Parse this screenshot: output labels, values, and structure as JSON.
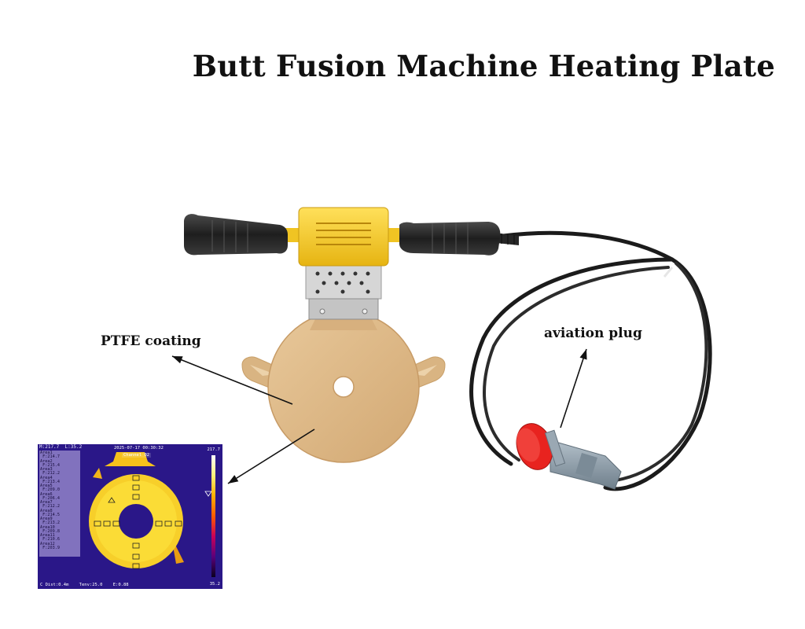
{
  "title": "Butt Fusion Machine Heating Plate",
  "labels": {
    "ptfe": "PTFE coating",
    "plug": "aviation plug"
  },
  "colors": {
    "plate": "#dcb585",
    "handle": "#2b2b2b",
    "housing": "#f4cc2c",
    "plug_red": "#e8231f",
    "plug_grey": "#8b9aa6",
    "thermal_bg": "#2a1788"
  },
  "thermal": {
    "readout": "M:217.7  L:35.2",
    "areas": "Area1\n F:214.7\nArea2\n F:215.4\nArea3\n F:212.2\nArea4\n F:213.4\nArea5\n F:209.0\nArea6\n F:206.4\nArea7\n F:212.2\nArea8\n F:214.5\nArea9\n F:213.2\nArea10\n F:209.8\nArea11\n F:210.6\nArea12\n F:203.9",
    "timestamp": "2025-07-17 00:30:32",
    "channel": "Channel 02",
    "scale_max": "217.7",
    "scale_min": "35.2",
    "footer": "C Dist:0.4m    Tenv:25.0    E:0.88"
  }
}
